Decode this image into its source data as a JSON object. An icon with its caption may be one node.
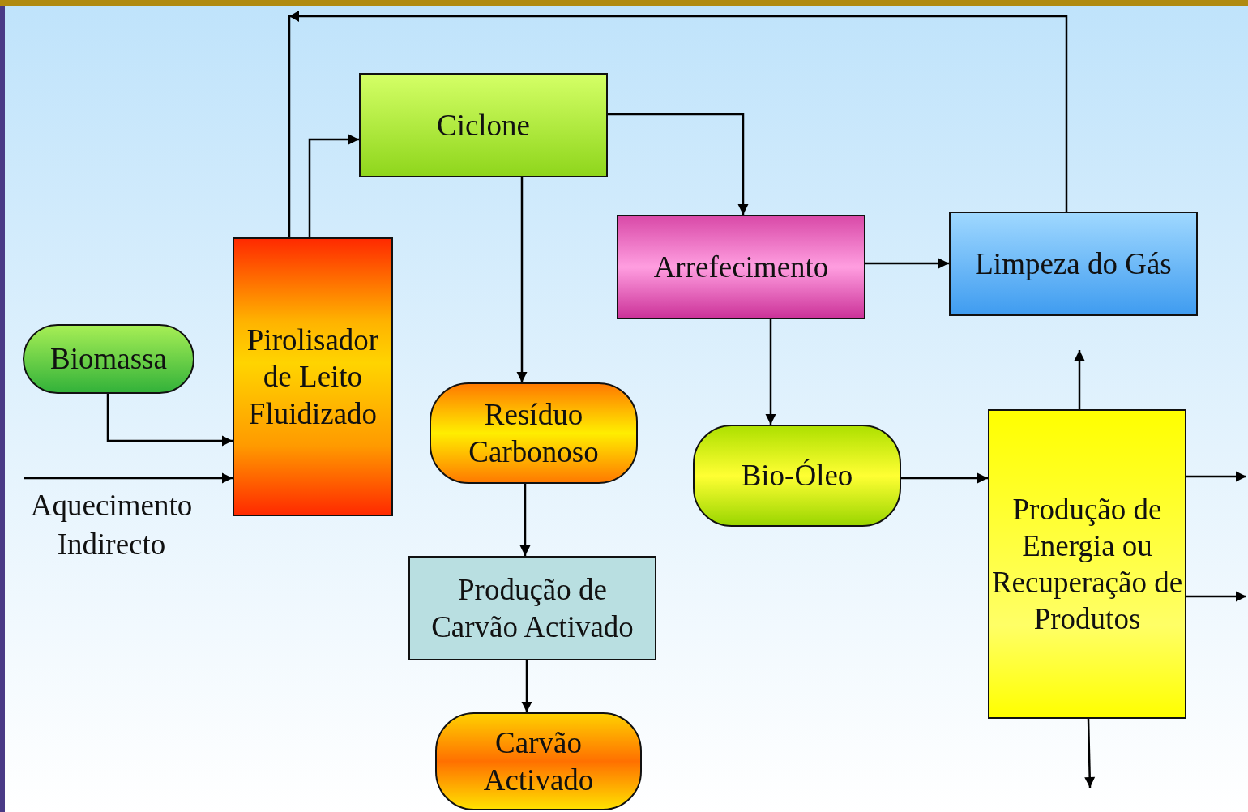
{
  "diagram": {
    "nodes": [
      {
        "text": [
          "Biomassa"
        ]
      },
      {
        "text": [
          "Pirolisador de Leito Fluidizado"
        ]
      },
      {
        "text": [
          "Ciclone"
        ]
      },
      {
        "text": [
          "Arrefecimento"
        ]
      },
      {
        "text": [
          "Limpeza do Gás"
        ]
      },
      {
        "text": [
          "Resíduo Carbonoso"
        ]
      },
      {
        "text": [
          "Bio-Óleo"
        ]
      },
      {
        "text": [
          "Produção de Energia ou Recuperação de Produtos"
        ]
      },
      {
        "text": [
          "Produção de Carvão Activado"
        ]
      },
      {
        "text": [
          "Carvão Activado"
        ]
      }
    ],
    "edges": [
      {
        "from": 0,
        "to": 1,
        "arrow": "to"
      },
      {
        "from": null,
        "to": 1,
        "arrow": "to",
        "label": "Aquecimento Indirecto"
      },
      {
        "from": 1,
        "to": 2,
        "arrow": "to"
      },
      {
        "from": 2,
        "to": 3,
        "arrow": "to"
      },
      {
        "from": 2,
        "to": 5,
        "arrow": "to"
      },
      {
        "from": 3,
        "to": 4,
        "arrow": "to"
      },
      {
        "from": 3,
        "to": 6,
        "arrow": "to"
      },
      {
        "from": 4,
        "to": 1,
        "arrow": "to"
      },
      {
        "from": 6,
        "to": 7,
        "arrow": "to"
      },
      {
        "from": 7,
        "to": null,
        "arrow": "to"
      },
      {
        "from": 7,
        "to": null,
        "arrow": "to"
      },
      {
        "from": 7,
        "to": null,
        "arrow": "to"
      },
      {
        "from": 7,
        "to": null,
        "arrow": "to"
      },
      {
        "from": 5,
        "to": 8,
        "arrow": "to"
      },
      {
        "from": 8,
        "to": 9,
        "arrow": "to"
      }
    ]
  }
}
